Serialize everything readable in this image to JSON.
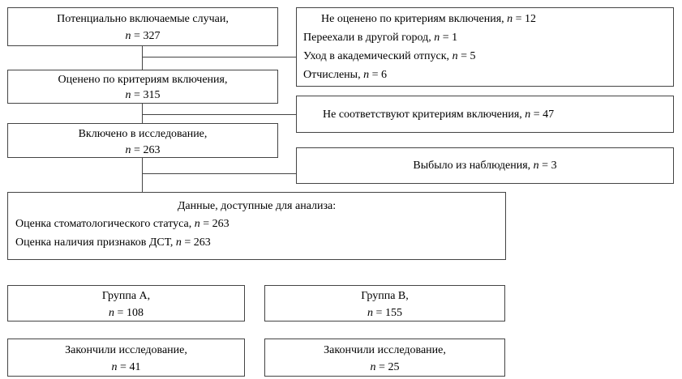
{
  "boxes": {
    "potential": {
      "label": "Потенциально включаемые случаи,",
      "n_label": "n",
      "eq": "= 327"
    },
    "not_assessed": {
      "label": "Не оценено по критериям включения,",
      "n_label": "n",
      "eq": "= 12",
      "items": [
        {
          "text": "Переехали в другой город,",
          "n_label": "n",
          "eq": "= 1"
        },
        {
          "text": "Уход в академический отпуск,",
          "n_label": "n",
          "eq": "= 5"
        },
        {
          "text": "Отчислены,",
          "n_label": "n",
          "eq": "= 6"
        }
      ]
    },
    "assessed": {
      "label": "Оценено по критериям включения,",
      "n_label": "n",
      "eq": "= 315"
    },
    "not_meeting": {
      "label": "Не соответствуют критериям включения,",
      "n_label": "n",
      "eq": "= 47"
    },
    "included": {
      "label": "Включено в исследование,",
      "n_label": "n",
      "eq": "= 263"
    },
    "dropped": {
      "label": "Выбыло из наблюдения,",
      "n_label": "n",
      "eq": "= 3"
    },
    "analysis": {
      "title": "Данные, доступные для анализа:",
      "lines": [
        {
          "text": "Оценка стоматологического статуса,",
          "n_label": "n",
          "eq": "= 263"
        },
        {
          "text": "Оценка наличия признаков ДСТ,",
          "n_label": "n",
          "eq": "= 263"
        }
      ]
    },
    "group_a": {
      "label": "Группа А,",
      "n_label": "n",
      "eq": "= 108"
    },
    "group_b": {
      "label": "Группа В,",
      "n_label": "n",
      "eq": "= 155"
    },
    "finished_a": {
      "label": "Закончили исследование,",
      "n_label": "n",
      "eq": "= 41"
    },
    "finished_b": {
      "label": "Закончили исследование,",
      "n_label": "n",
      "eq": "= 25"
    }
  }
}
